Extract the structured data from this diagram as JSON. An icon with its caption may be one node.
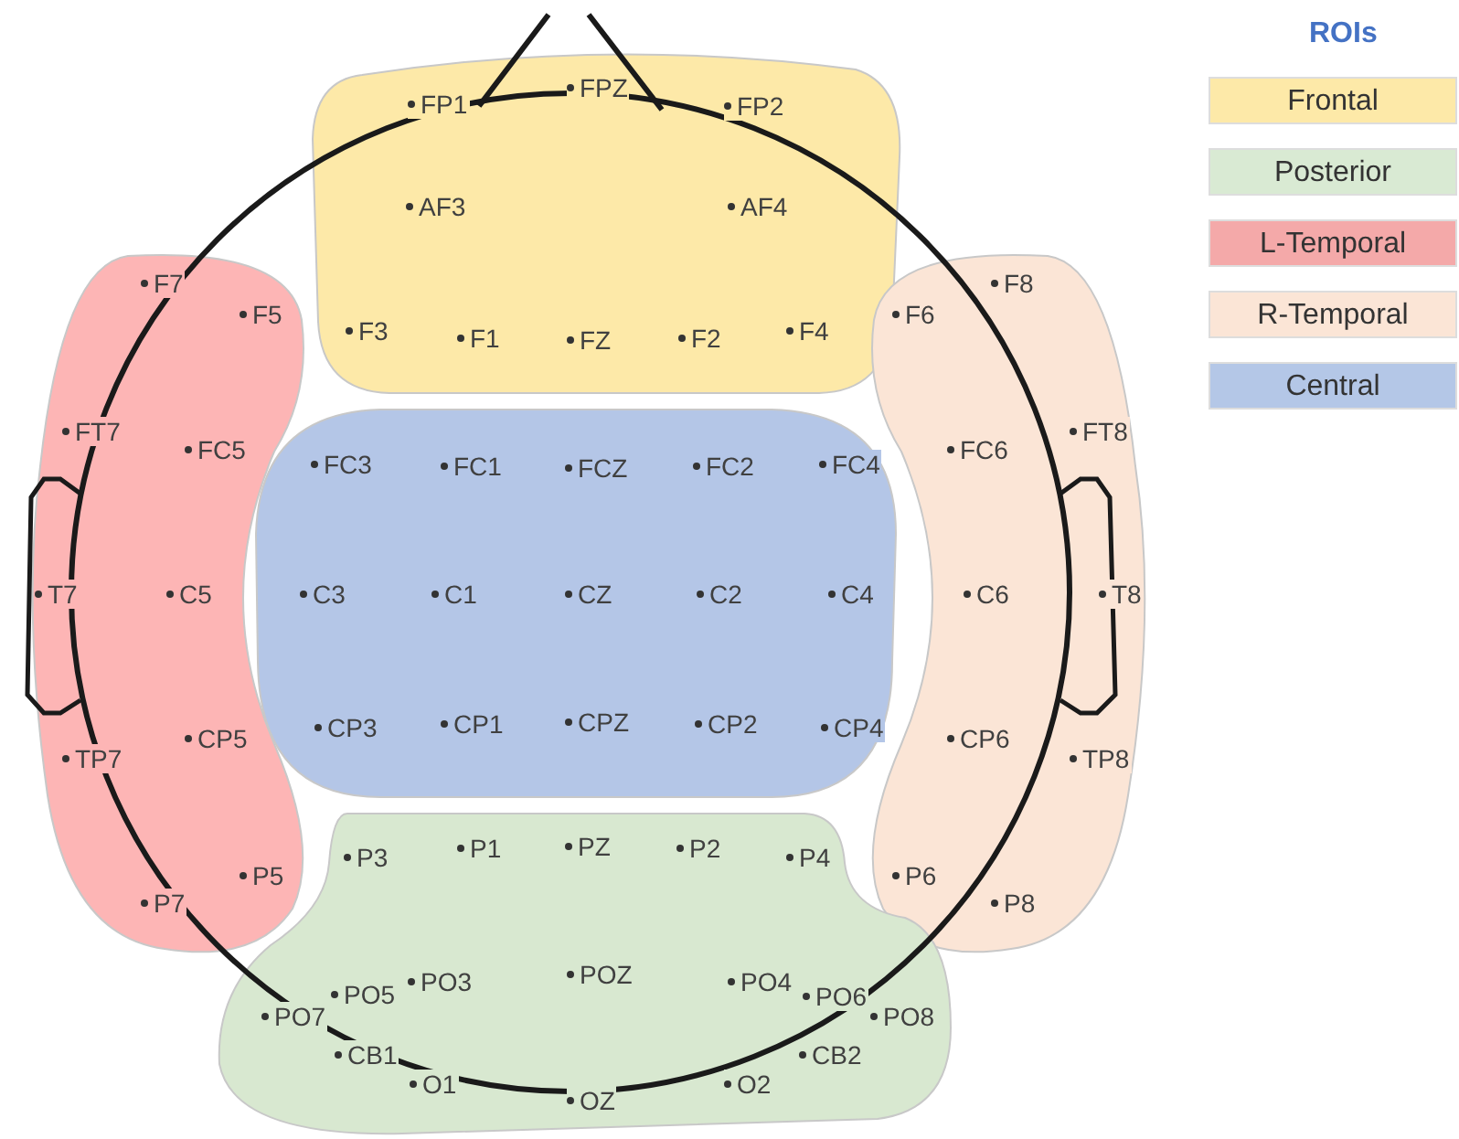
{
  "diagram": {
    "nodes": [
      {
        "text": [],
        "shape": "blob"
      },
      {
        "text": [
          "FP1"
        ],
        "in": 0
      },
      {
        "text": [
          "FPZ"
        ],
        "in": 0
      },
      {
        "text": [
          "FP2"
        ],
        "in": 0
      },
      {
        "text": [
          "AF3"
        ],
        "in": 0
      },
      {
        "text": [
          "AF4"
        ],
        "in": 0
      },
      {
        "text": [
          "F3"
        ],
        "in": 0
      },
      {
        "text": [
          "F1"
        ],
        "in": 0
      },
      {
        "text": [
          "FZ"
        ],
        "in": 0
      },
      {
        "text": [
          "F2"
        ],
        "in": 0
      },
      {
        "text": [
          "F4"
        ],
        "in": 0
      },
      {
        "text": [],
        "shape": "blob"
      },
      {
        "text": [
          "F7"
        ],
        "in": 11
      },
      {
        "text": [
          "F5"
        ],
        "in": 11
      },
      {
        "text": [
          "FT7"
        ],
        "in": 11
      },
      {
        "text": [
          "FC5"
        ],
        "in": 11
      },
      {
        "text": [
          "T7"
        ],
        "in": 11
      },
      {
        "text": [
          "C5"
        ],
        "in": 11
      },
      {
        "text": [
          "TP7"
        ],
        "in": 11
      },
      {
        "text": [
          "CP5"
        ],
        "in": 11
      },
      {
        "text": [
          "P5"
        ],
        "in": 11
      },
      {
        "text": [
          "P7"
        ],
        "in": 11
      },
      {
        "text": [],
        "shape": "blob"
      },
      {
        "text": [
          "FC3"
        ],
        "in": 22
      },
      {
        "text": [
          "FC1"
        ],
        "in": 22
      },
      {
        "text": [
          "FCZ"
        ],
        "in": 22
      },
      {
        "text": [
          "FC2"
        ],
        "in": 22
      },
      {
        "text": [
          "FC4"
        ],
        "in": 22
      },
      {
        "text": [
          "C3"
        ],
        "in": 22
      },
      {
        "text": [
          "C1"
        ],
        "in": 22
      },
      {
        "text": [
          "CZ"
        ],
        "in": 22
      },
      {
        "text": [
          "C2"
        ],
        "in": 22
      },
      {
        "text": [
          "C4"
        ],
        "in": 22
      },
      {
        "text": [
          "CP3"
        ],
        "in": 22
      },
      {
        "text": [
          "CP1"
        ],
        "in": 22
      },
      {
        "text": [
          "CPZ"
        ],
        "in": 22
      },
      {
        "text": [
          "CP2"
        ],
        "in": 22
      },
      {
        "text": [
          "CP4"
        ],
        "in": 22
      },
      {
        "text": [],
        "shape": "blob"
      },
      {
        "text": [
          "F8"
        ],
        "in": 38
      },
      {
        "text": [
          "F6"
        ],
        "in": 38
      },
      {
        "text": [
          "FT8"
        ],
        "in": 38
      },
      {
        "text": [
          "FC6"
        ],
        "in": 38
      },
      {
        "text": [
          "C6"
        ],
        "in": 38
      },
      {
        "text": [
          "T8"
        ],
        "in": 38
      },
      {
        "text": [
          "CP6"
        ],
        "in": 38
      },
      {
        "text": [
          "TP8"
        ],
        "in": 38
      },
      {
        "text": [
          "P6"
        ],
        "in": 38
      },
      {
        "text": [
          "P8"
        ],
        "in": 38
      },
      {
        "text": [],
        "shape": "blob"
      },
      {
        "text": [
          "P3"
        ],
        "in": 49
      },
      {
        "text": [
          "P1"
        ],
        "in": 49
      },
      {
        "text": [
          "PZ"
        ],
        "in": 49
      },
      {
        "text": [
          "P2"
        ],
        "in": 49
      },
      {
        "text": [
          "P4"
        ],
        "in": 49
      },
      {
        "text": [
          "PO5"
        ],
        "in": 49
      },
      {
        "text": [
          "PO3"
        ],
        "in": 49
      },
      {
        "text": [
          "POZ"
        ],
        "in": 49
      },
      {
        "text": [
          "PO4"
        ],
        "in": 49
      },
      {
        "text": [
          "PO6"
        ],
        "in": 49
      },
      {
        "text": [
          "PO7"
        ],
        "in": 49
      },
      {
        "text": [
          "PO8"
        ],
        "in": 49
      },
      {
        "text": [
          "CB1"
        ],
        "in": 49
      },
      {
        "text": [
          "CB2"
        ],
        "in": 49
      },
      {
        "text": [
          "O1"
        ],
        "in": 49
      },
      {
        "text": [
          "OZ"
        ],
        "in": 49
      },
      {
        "text": [
          "O2"
        ],
        "in": 49
      }
    ],
    "labels": [
      "ROIs"
    ],
    "legend": [
      {
        "text": "Frontal",
        "color": "#fde9a8"
      },
      {
        "text": "Posterior",
        "color": "#d9ead3"
      },
      {
        "text": "L-Temporal",
        "color": "#f4a9a9"
      },
      {
        "text": "R-Temporal",
        "color": "#fbe5d6"
      },
      {
        "text": "Central",
        "color": "#b4c7e7"
      }
    ]
  }
}
